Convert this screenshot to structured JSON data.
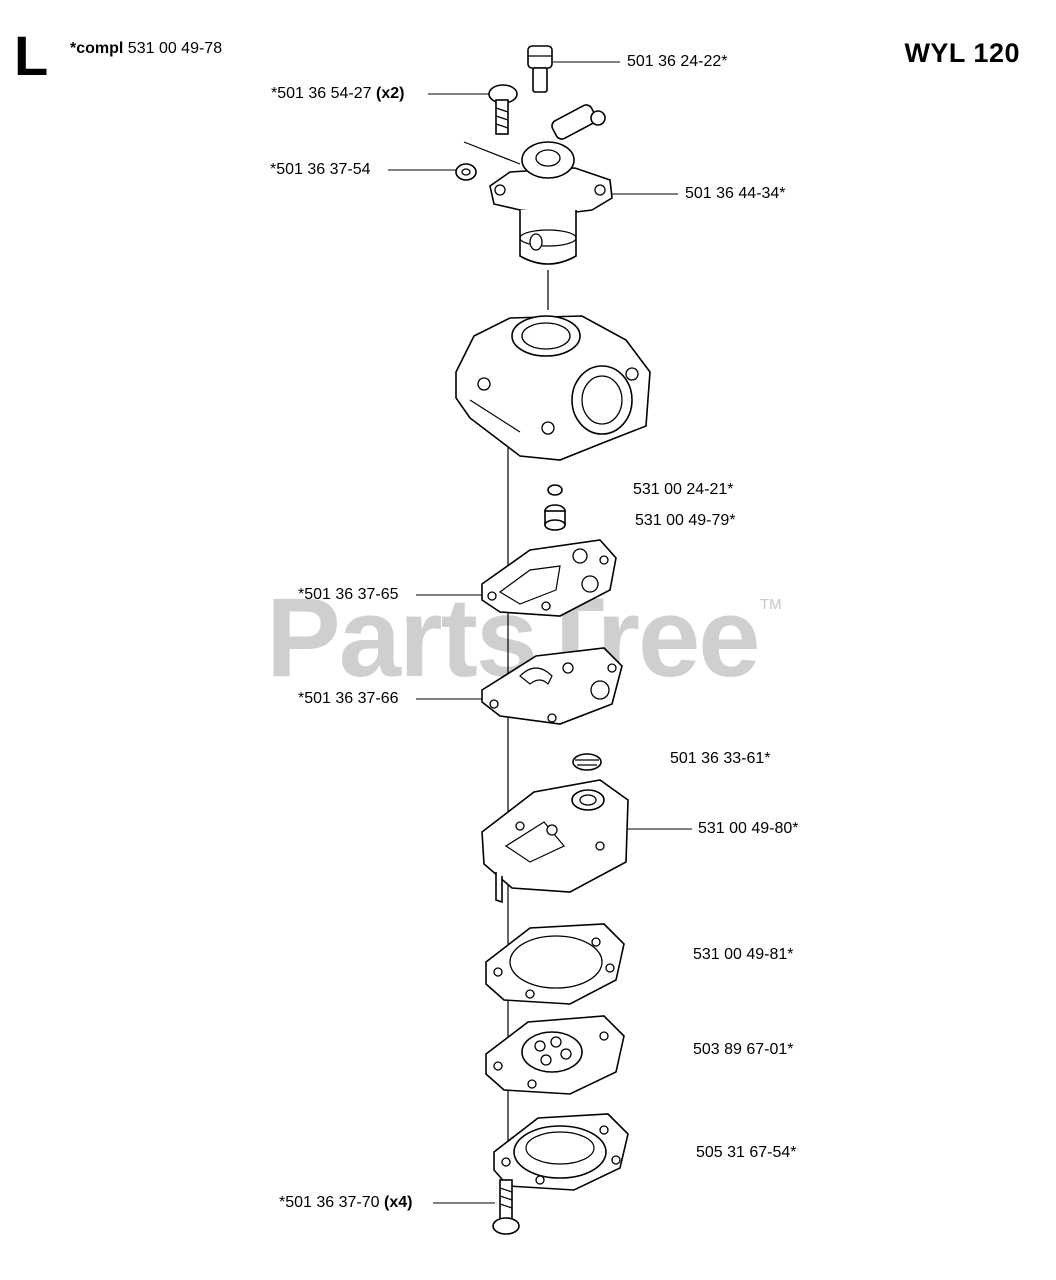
{
  "header": {
    "section_letter": "L",
    "compl_prefix": "*compl",
    "compl_number": "531 00 49-78",
    "model": "WYL 120"
  },
  "watermark": {
    "text": "PartsTree",
    "tm": "TM"
  },
  "labels": {
    "p1": {
      "text": "501 36 24-22*"
    },
    "p2": {
      "text": "*501 36 54-27 ",
      "qty": "(x2)"
    },
    "p3": {
      "text": "*501 36 37-54"
    },
    "p4": {
      "text": "501 36 44-34*"
    },
    "p5": {
      "text": "531 00 24-21*"
    },
    "p6": {
      "text": "531 00 49-79*"
    },
    "p7": {
      "text": "*501 36 37-65"
    },
    "p8": {
      "text": "*501 36 37-66"
    },
    "p9": {
      "text": "501 36 33-61*"
    },
    "p10": {
      "text": "531 00 49-80*"
    },
    "p11": {
      "text": "531 00 49-81*"
    },
    "p12": {
      "text": "503 89 67-01*"
    },
    "p13": {
      "text": "505 31 67-54*"
    },
    "p14": {
      "text": "*501 36 37-70 ",
      "qty": "(x4)"
    }
  }
}
